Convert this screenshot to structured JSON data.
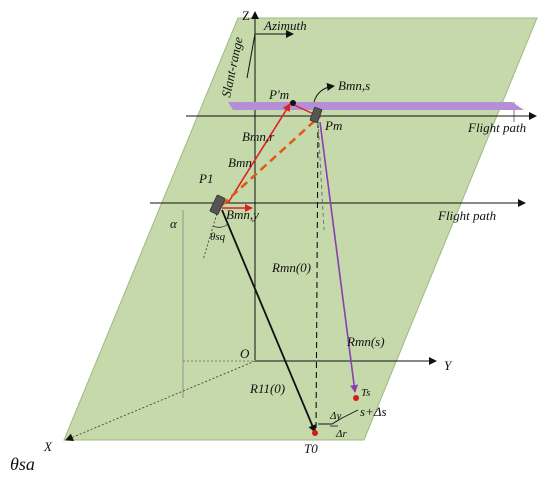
{
  "axes": {
    "z": "Z",
    "azimuth": "Azimuth",
    "slant_range": "Slant-range",
    "y": "Y",
    "x": "X",
    "origin": "O"
  },
  "labels": {
    "flight_path_top": "Flight path",
    "flight_path_mid": "Flight path",
    "p_m_prime": "P′m",
    "p_m": "Pm",
    "p1": "P1",
    "b_mn_s": "Bmn,s",
    "b_mn_r": "Bmn,r",
    "b_mn": "Bmn",
    "b_mn_y": "Bmn,y",
    "theta_sq": "θsq",
    "alpha": "α",
    "r_mn_0": "Rmn(0)",
    "r_mn_s": "Rmn(s)",
    "r_11_0": "R11(0)",
    "t_s": "Ts",
    "t_0": "T0",
    "delta_y": "Δy",
    "delta_r": "Δr",
    "s_plus_delta_s": "s+Δs",
    "theta_sa": "θsa"
  },
  "colors": {
    "plane_fill": "#c5d9aa",
    "plane_stroke": "#9fba80",
    "strip_fill": "#b58fd6",
    "baseline_red": "#e02020",
    "baseline_dash": "#e05a1a",
    "purple_ray": "#8a3fb0",
    "target_dot": "#d61a1a"
  }
}
